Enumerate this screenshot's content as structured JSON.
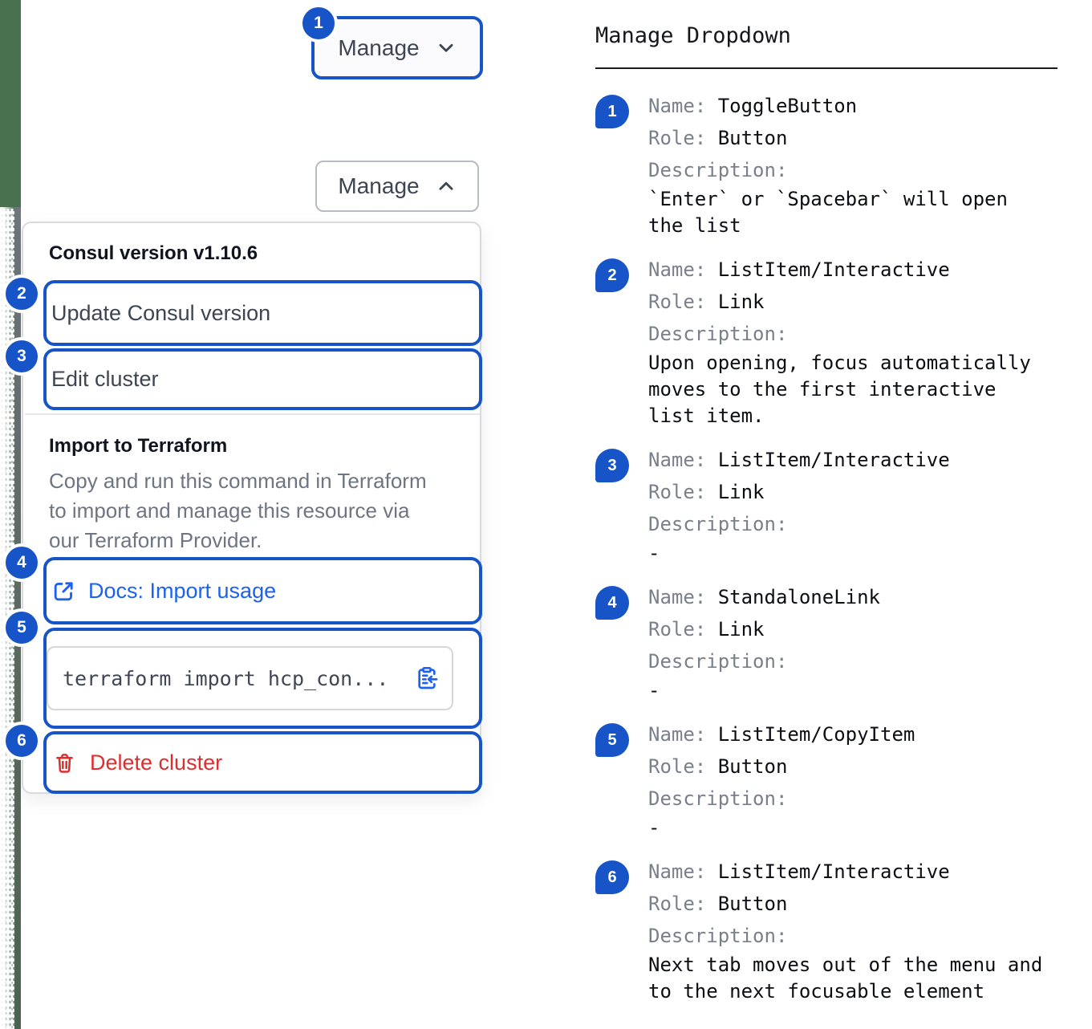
{
  "toggle": {
    "label": "Manage"
  },
  "annotations": {
    "toggle": "1",
    "update": "2",
    "edit": "3",
    "docs": "4",
    "copy": "5",
    "delete": "6"
  },
  "dropdown": {
    "version_header": "Consul version v1.10.6",
    "update_item": "Update Consul version",
    "edit_item": "Edit cluster",
    "terraform_title": "Import to Terraform",
    "terraform_description_lines": [
      "Copy and run this command in Terraform",
      "to import and manage this resource via",
      "our Terraform Provider."
    ],
    "docs_link": "Docs: Import usage",
    "copy_command": "terraform import hcp_con...",
    "delete_item": "Delete cluster"
  },
  "legend": {
    "title": "Manage Dropdown",
    "field_labels": {
      "name": "Name: ",
      "role": "Role: ",
      "description": "Description:"
    },
    "items": [
      {
        "num": "1",
        "name": "ToggleButton",
        "role": "Button",
        "description": "`Enter` or `Spacebar` will open the list"
      },
      {
        "num": "2",
        "name": "ListItem/Interactive",
        "role": "Link",
        "description": "Upon opening, focus automatically moves to the first interactive list item."
      },
      {
        "num": "3",
        "name": "ListItem/Interactive",
        "role": "Link",
        "description": "-"
      },
      {
        "num": "4",
        "name": "StandaloneLink",
        "role": "Link",
        "description": "-"
      },
      {
        "num": "5",
        "name": "ListItem/CopyItem",
        "role": "Button",
        "description": "-"
      },
      {
        "num": "6",
        "name": "ListItem/Interactive",
        "role": "Button",
        "description": "Next tab moves out of the menu and to the next focusable element"
      }
    ]
  },
  "colors": {
    "accent": "#1654c8",
    "link": "#1c61f0",
    "danger": "#dd2e2e",
    "edge_green": "#47714f"
  }
}
